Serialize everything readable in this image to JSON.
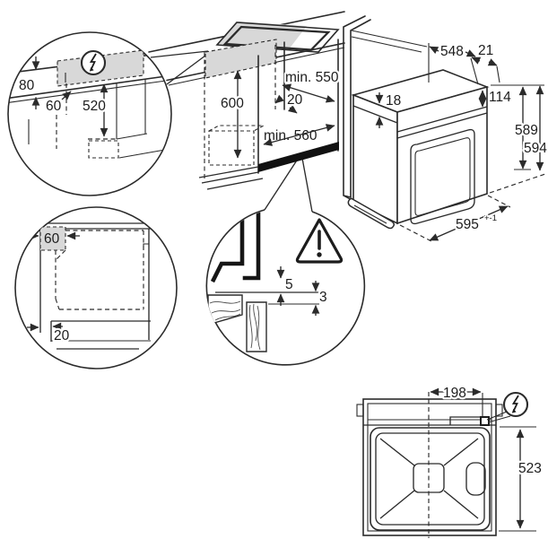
{
  "title": "Built-in oven installation dimensions diagram",
  "colors": {
    "line": "#2b2b2b",
    "shade": "#d8d8d8",
    "vent_strip": "#111111",
    "paper": "#ffffff"
  },
  "icons": {
    "power1": "lightning-bolt-in-circle",
    "power2": "lightning-bolt-in-circle",
    "warning": "warning-triangle-exclamation"
  },
  "dims": {
    "power_zone_detail": {
      "d80": "80",
      "d60": "60",
      "d520": "520"
    },
    "cabinet": {
      "d600": "600",
      "dmin550": "min. 550",
      "d20": "20",
      "dmin560": "min. 560"
    },
    "oven": {
      "d548": "548",
      "d21": "21",
      "d18": "18",
      "d114": "114",
      "d589": "589",
      "d594": "594",
      "d595": "595",
      "d595_tol": "+-1"
    },
    "side_detail": {
      "d60": "60",
      "d20": "20"
    },
    "gap_detail": {
      "d5": "5",
      "d3": "3"
    },
    "top_view": {
      "d198": "198",
      "d523": "523"
    }
  }
}
